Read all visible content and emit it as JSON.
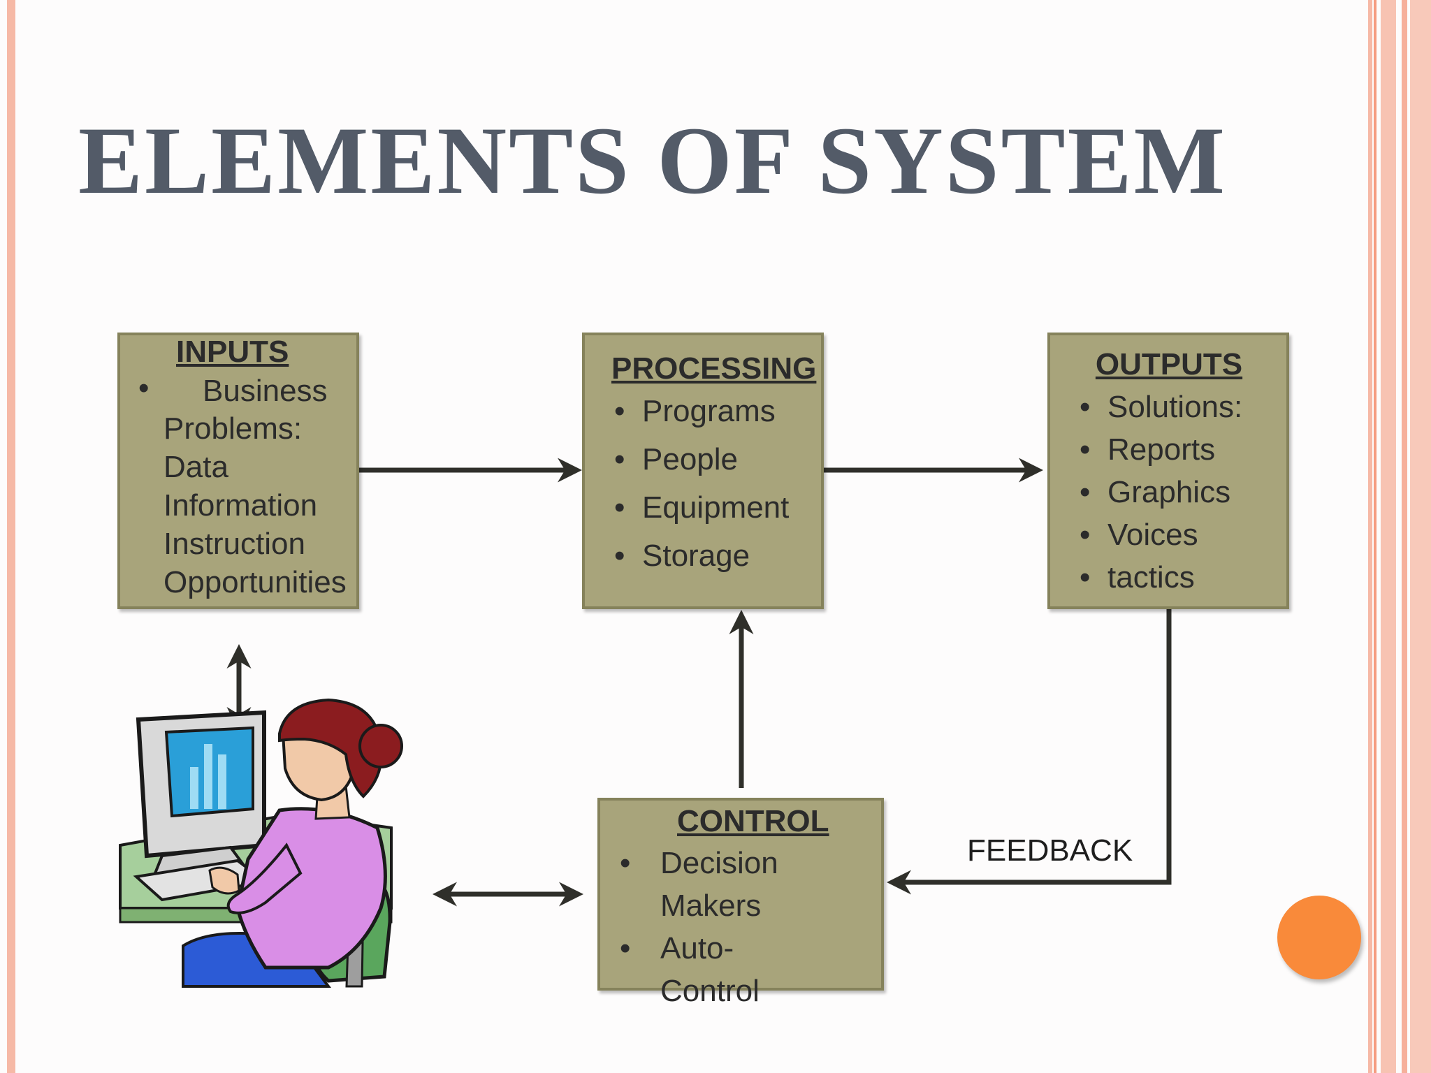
{
  "slide": {
    "title": "ELEMENTS OF SYSTEM",
    "colors": {
      "box_fill": "#a8a47b",
      "box_border": "#85825b",
      "title": "#535b68",
      "accent": "#f98a3a",
      "frame": "#f6b9a6"
    }
  },
  "inputs": {
    "heading": "INPUTS",
    "lines": [
      "Business",
      "Problems:",
      "Data",
      "Information",
      "Instruction",
      "Opportunities"
    ]
  },
  "processing": {
    "heading": "PROCESSING",
    "items": [
      "Programs",
      "People",
      "Equipment",
      "Storage"
    ]
  },
  "outputs": {
    "heading": "OUTPUTS",
    "items": [
      "Solutions:",
      "Reports",
      "Graphics",
      "Voices",
      "tactics"
    ]
  },
  "control": {
    "heading": "CONTROL",
    "lines": [
      "Decision",
      "Makers",
      "Auto-",
      "Control"
    ]
  },
  "feedback_label": "FEEDBACK",
  "illustration": "woman-at-computer-clipart"
}
